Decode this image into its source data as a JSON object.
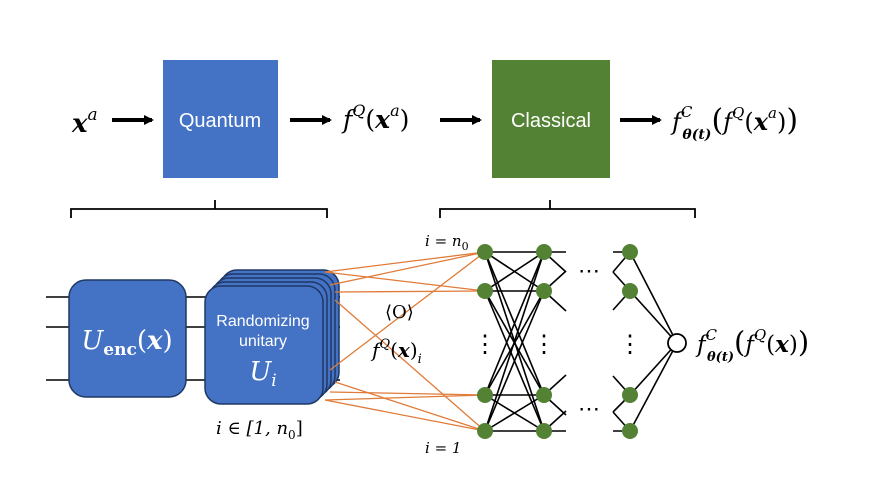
{
  "pipeline": {
    "input": {
      "base": "x",
      "sup": "a"
    },
    "quantum_box": {
      "label": "Quantum",
      "color": "#4472c4"
    },
    "quantum_output": {
      "f": "f",
      "sup": "Q",
      "arg": "x",
      "argsup": "a"
    },
    "classical_box": {
      "label": "Classical",
      "color": "#548235"
    },
    "final_output": {
      "f": "f",
      "sup": "C",
      "sub": "θ(t)",
      "inner_f": "f",
      "inner_sup": "Q",
      "arg": "x",
      "argsup": "a"
    }
  },
  "circuit": {
    "encoding_gate": {
      "label": "U",
      "sub": "enc",
      "arg": "x"
    },
    "random_gate": {
      "line1": "Randomizing",
      "line2": "unitary",
      "symbol": "U",
      "sub": "i"
    },
    "index_range": {
      "text": "i ∈ [1, n",
      "sub": "0",
      "close": "]"
    }
  },
  "measurement": {
    "observable": "⟨O⟩",
    "feature": {
      "f": "f",
      "sup": "Q",
      "arg": "x",
      "sub": "i"
    }
  },
  "network": {
    "top_label": {
      "text": "i = n",
      "sub": "0"
    },
    "bottom_label": "i = 1",
    "dots_horizontal": "⋯",
    "dots_vertical": "⋮",
    "node_color": "#548235",
    "output": {
      "f": "f",
      "sup": "C",
      "sub": "θ(t)",
      "inner_f": "f",
      "inner_sup": "Q",
      "arg": "x"
    }
  },
  "colors": {
    "quantum": "#4472c4",
    "classical": "#548235",
    "connection": "#e07b39"
  }
}
